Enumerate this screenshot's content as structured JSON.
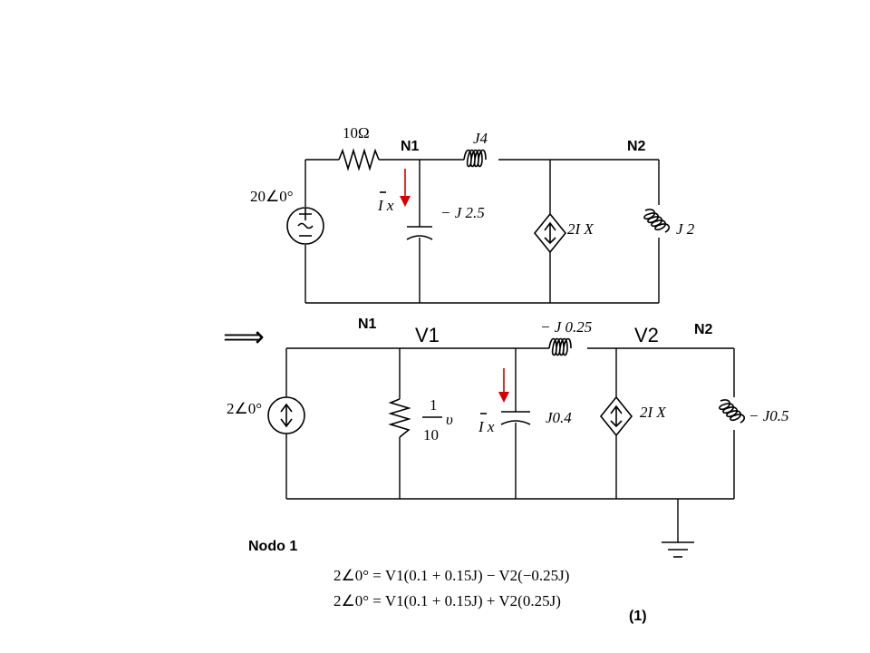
{
  "top_circuit": {
    "node1": "N1",
    "node2": "N2",
    "source": "20∠0°",
    "resistor": "10Ω",
    "inductor_series": "J4",
    "capacitor": "− J 2.5",
    "current_label": "I x",
    "dependent_source": "2I X",
    "inductor_right": "J 2"
  },
  "bottom_circuit": {
    "arrow": "⟹",
    "node1": "N1",
    "node2": "N2",
    "v1": "V1",
    "v2": "V2",
    "source": "2∠0°",
    "conductance_num": "1",
    "conductance_den": "10",
    "conductance_unit": "υ",
    "series_element": "− J 0.25",
    "capacitor": "J0.4",
    "current_label": "I x",
    "dependent_source": "2I X",
    "inductor_right": "− J0.5"
  },
  "equations": {
    "title": "Nodo 1",
    "eq1": "2∠0° = V1(0.1 + 0.15J) − V2(−0.25J)",
    "eq2": "2∠0° = V1(0.1 + 0.15J) + V2(0.25J)",
    "number": "(1)"
  }
}
